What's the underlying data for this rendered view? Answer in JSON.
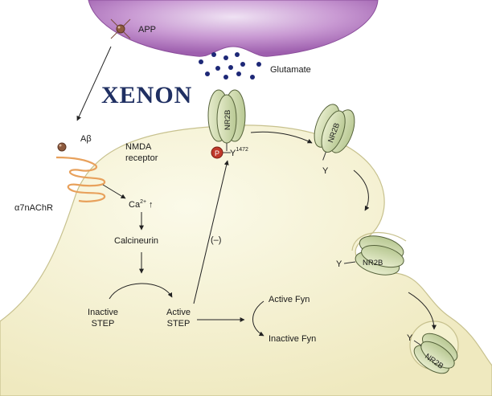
{
  "watermark": "XENON",
  "labels": {
    "app": "APP",
    "glutamate": "Glutamate",
    "abeta": "Aβ",
    "nmda_line1": "NMDA",
    "nmda_line2": "receptor",
    "a7nachr": "α7nAChR",
    "ca": "Ca",
    "ca_sup": "2+",
    "ca_arrow": "↑",
    "calcineurin": "Calcineurin",
    "inactive_step_1": "Inactive",
    "inactive_step_2": "STEP",
    "active_step_1": "Active",
    "active_step_2": "STEP",
    "active_fyn": "Active Fyn",
    "inactive_fyn": "Inactive Fyn",
    "minus": "(–)",
    "phospho": "P",
    "y1472": "Y",
    "y1472_sup": "1472"
  },
  "receptors": {
    "r1": {
      "label": "NR2B"
    },
    "r2": {
      "label": "NR2B",
      "y": "Y"
    },
    "r3": {
      "label": "NR2B",
      "y": "Y"
    },
    "r4": {
      "label": "NR2B",
      "y": "Y"
    }
  },
  "colors": {
    "presynaptic": "#b57fc0",
    "cell_fill": "#f4f1cf",
    "receptor": "#cdd9a8",
    "receptor_stroke": "#55623a",
    "glutamate": "#1d2877",
    "phospho": "#c0392b",
    "a7_coil": "#e8a15c",
    "watermark": "#1f2f62"
  }
}
